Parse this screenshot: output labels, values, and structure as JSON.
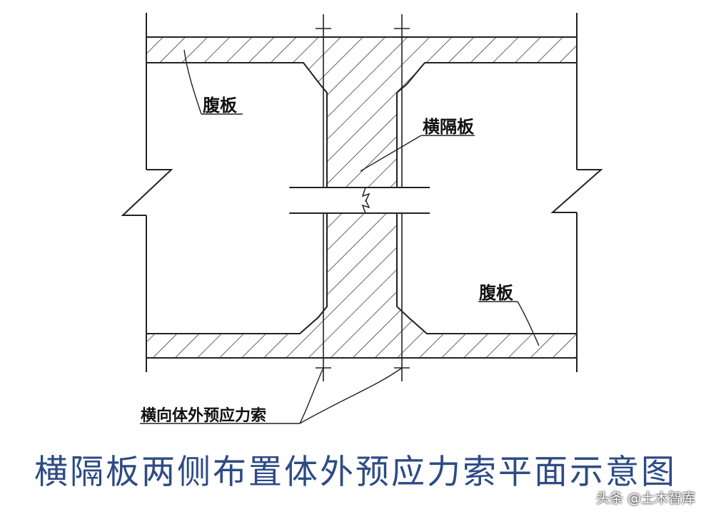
{
  "labels": {
    "web_top": "腹板",
    "diaphragm": "横隔板",
    "web_bottom": "腹板",
    "tendon": "横向体外预应力索"
  },
  "caption": "横隔板两侧布置体外预应力索平面示意图",
  "watermark": "头条 @土木智库"
}
